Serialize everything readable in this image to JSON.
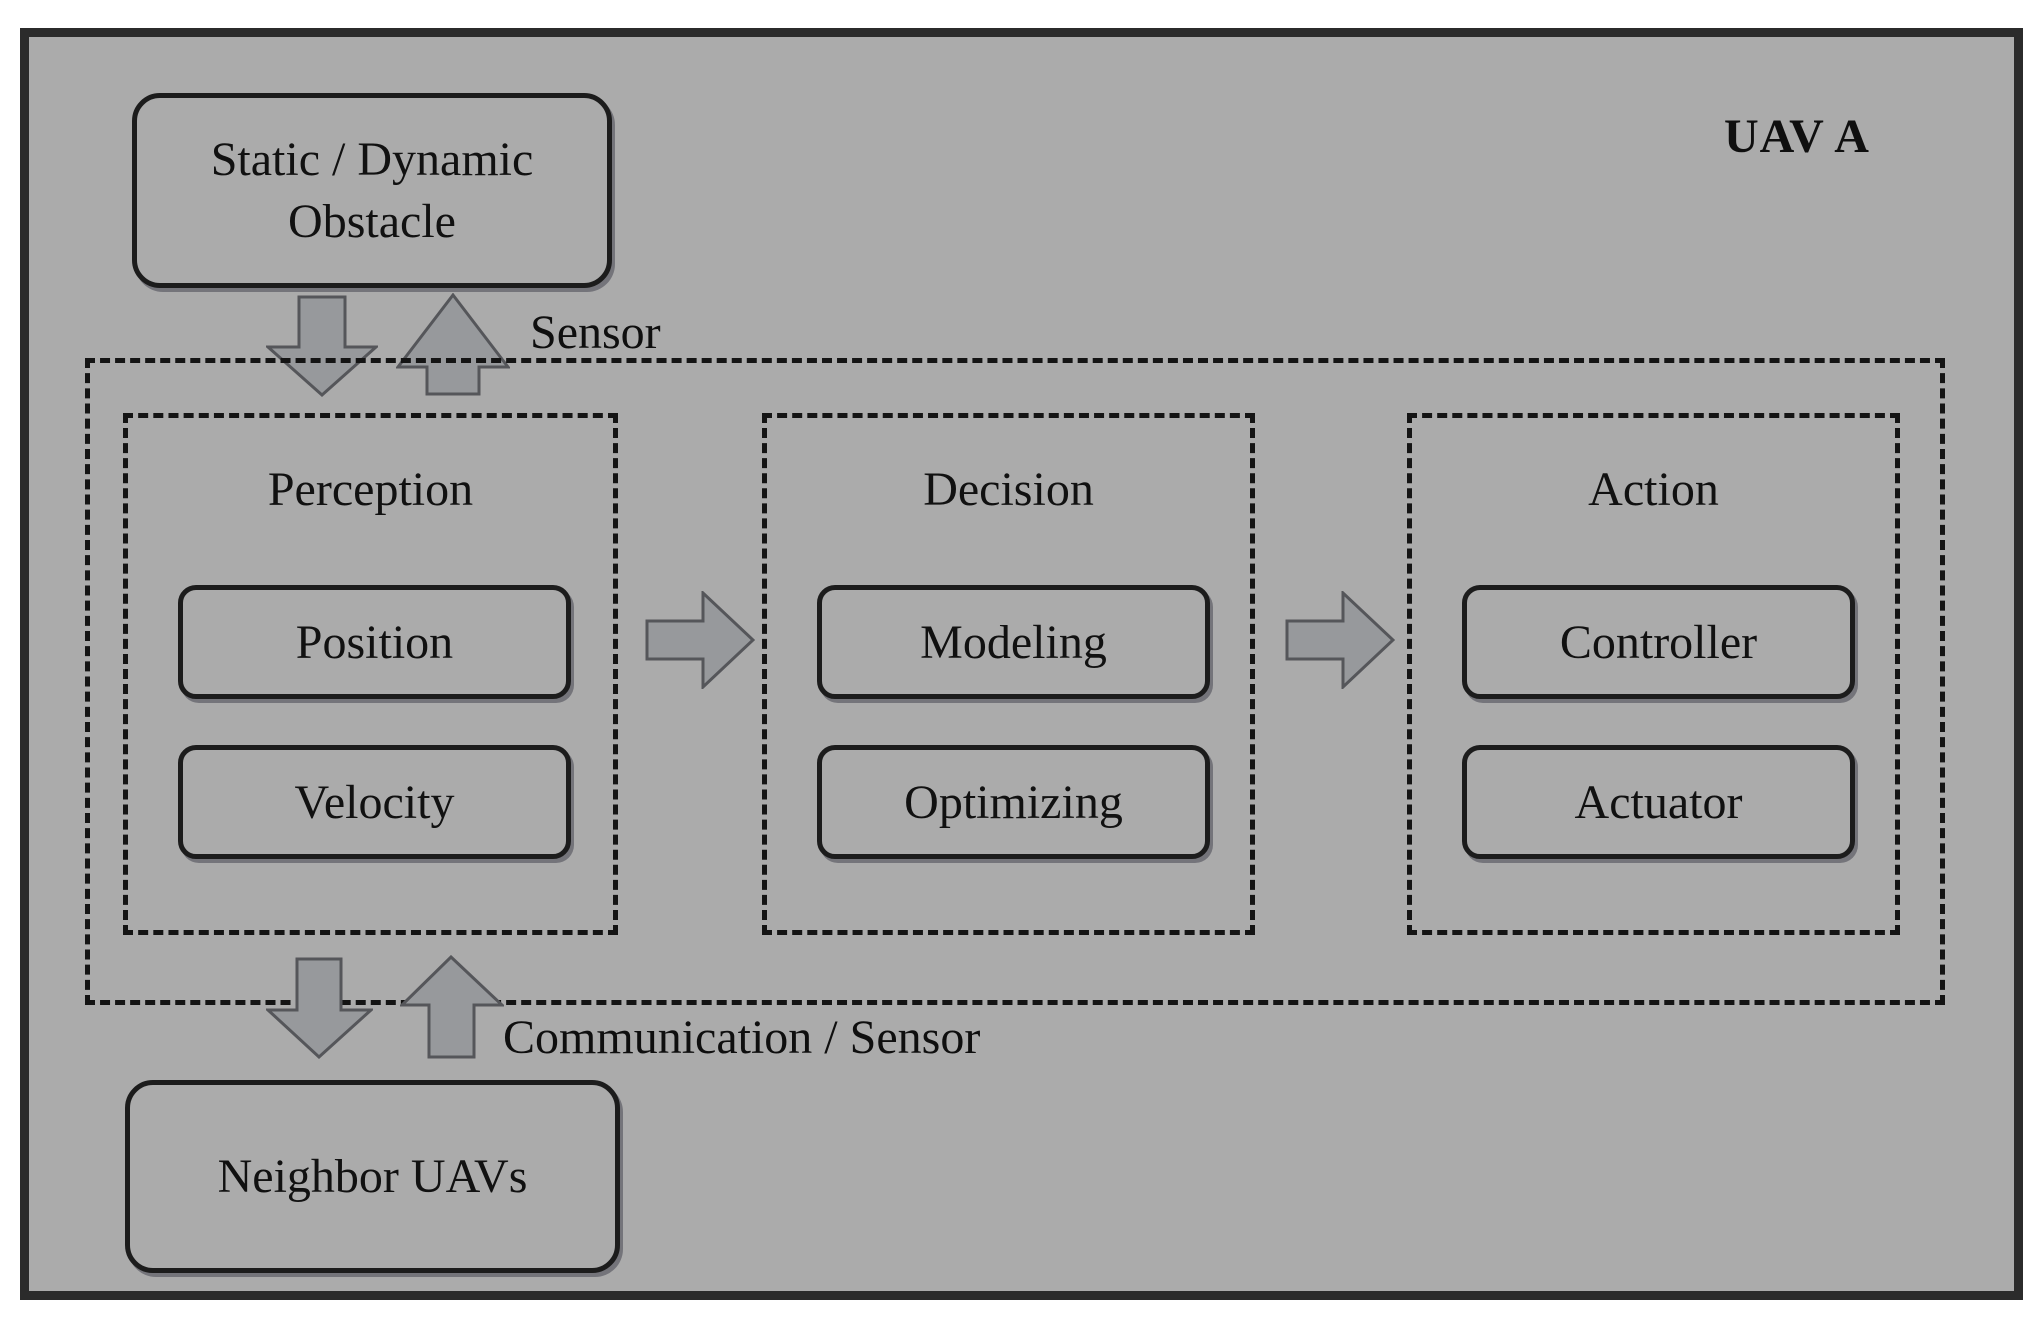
{
  "diagram": {
    "uav_title": "UAV A",
    "obstacle_box": {
      "line1": "Static / Dynamic",
      "line2": "Obstacle"
    },
    "sensor_label": "Sensor",
    "communication_label": "Communication / Sensor",
    "neighbor_label": "Neighbor UAVs",
    "sections": [
      {
        "title": "Perception",
        "items": [
          "Position",
          "Velocity"
        ]
      },
      {
        "title": "Decision",
        "items": [
          "Modeling",
          "Optimizing"
        ]
      },
      {
        "title": "Action",
        "items": [
          "Controller",
          "Actuator"
        ]
      }
    ],
    "icons": {
      "top_down_arrow": "down-arrow",
      "top_up_arrow": "up-arrow",
      "flow_arrow_1": "right-arrow",
      "flow_arrow_2": "right-arrow",
      "bottom_down_arrow": "down-arrow",
      "bottom_up_arrow": "up-arrow"
    },
    "colors": {
      "background": "#ababab",
      "frame_border": "#2b2b2b",
      "dashed_border": "#141414",
      "box_border": "#1c1c1c",
      "arrow_fill": "#97999c",
      "arrow_stroke": "#55565a",
      "text": "#0f0f0f"
    }
  }
}
